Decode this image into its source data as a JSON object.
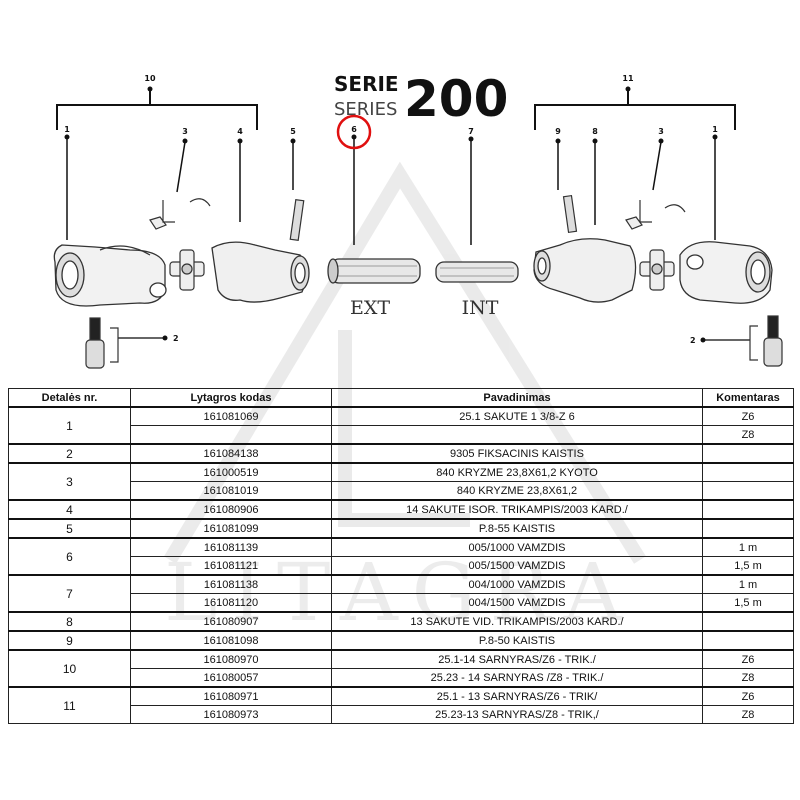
{
  "header": {
    "serie": "SERIE",
    "series": "SERIES",
    "number": "200"
  },
  "diagram": {
    "callouts": {
      "top_left_group": "10",
      "top_right_group": "11",
      "left": [
        "1",
        "3",
        "4",
        "5"
      ],
      "center_tube_outer": "6",
      "center_tube_inner": "7",
      "right": [
        "9",
        "8",
        "3",
        "1"
      ],
      "left_bolt": "2",
      "right_bolt": "2"
    },
    "tube_labels": {
      "ext": "EXT",
      "int": "INT"
    },
    "highlight_color": "#e01010",
    "watermark": "LITAGRA"
  },
  "table": {
    "headers": [
      "Detalės nr.",
      "Lytagros kodas",
      "Pavadinimas",
      "Komentaras"
    ],
    "groups": [
      {
        "nr": "1",
        "rows": [
          {
            "code": "161081069",
            "name": "25.1 SAKUTE 1 3/8-Z 6",
            "comment": "Z6"
          },
          {
            "code": "",
            "name": "",
            "comment": "Z8"
          }
        ]
      },
      {
        "nr": "2",
        "rows": [
          {
            "code": "161084138",
            "name": "9305 FIKSACINIS KAISTIS",
            "comment": ""
          }
        ]
      },
      {
        "nr": "3",
        "rows": [
          {
            "code": "161000519",
            "name": "840 KRYZME 23,8X61,2 KYOTO",
            "comment": ""
          },
          {
            "code": "161081019",
            "name": "840 KRYZME 23,8X61,2",
            "comment": ""
          }
        ]
      },
      {
        "nr": "4",
        "rows": [
          {
            "code": "161080906",
            "name": "14 SAKUTE ISOR. TRIKAMPIS/2003 KARD./",
            "comment": ""
          }
        ]
      },
      {
        "nr": "5",
        "rows": [
          {
            "code": "161081099",
            "name": "P.8-55 KAISTIS",
            "comment": ""
          }
        ]
      },
      {
        "nr": "6",
        "rows": [
          {
            "code": "161081139",
            "name": "005/1000 VAMZDIS",
            "comment": "1 m"
          },
          {
            "code": "161081121",
            "name": "005/1500 VAMZDIS",
            "comment": "1,5 m"
          }
        ]
      },
      {
        "nr": "7",
        "rows": [
          {
            "code": "161081138",
            "name": "004/1000 VAMZDIS",
            "comment": "1 m"
          },
          {
            "code": "161081120",
            "name": "004/1500 VAMZDIS",
            "comment": "1,5 m"
          }
        ]
      },
      {
        "nr": "8",
        "rows": [
          {
            "code": "161080907",
            "name": "13 SAKUTE VID. TRIKAMPIS/2003 KARD./",
            "comment": ""
          }
        ]
      },
      {
        "nr": "9",
        "rows": [
          {
            "code": "161081098",
            "name": "P.8-50 KAISTIS",
            "comment": ""
          }
        ]
      },
      {
        "nr": "10",
        "rows": [
          {
            "code": "161080970",
            "name": "25.1-14 SARNYRAS/Z6 - TRIK./",
            "comment": "Z6"
          },
          {
            "code": "161080057",
            "name": "25.23 - 14 SARNYRAS /Z8 - TRIK./",
            "comment": "Z8"
          }
        ]
      },
      {
        "nr": "11",
        "rows": [
          {
            "code": "161080971",
            "name": "25.1 - 13 SARNYRAS/Z6 - TRIK/",
            "comment": "Z6"
          },
          {
            "code": "161080973",
            "name": "25.23-13 SARNYRAS/Z8 - TRIK,/",
            "comment": "Z8"
          }
        ]
      }
    ]
  }
}
